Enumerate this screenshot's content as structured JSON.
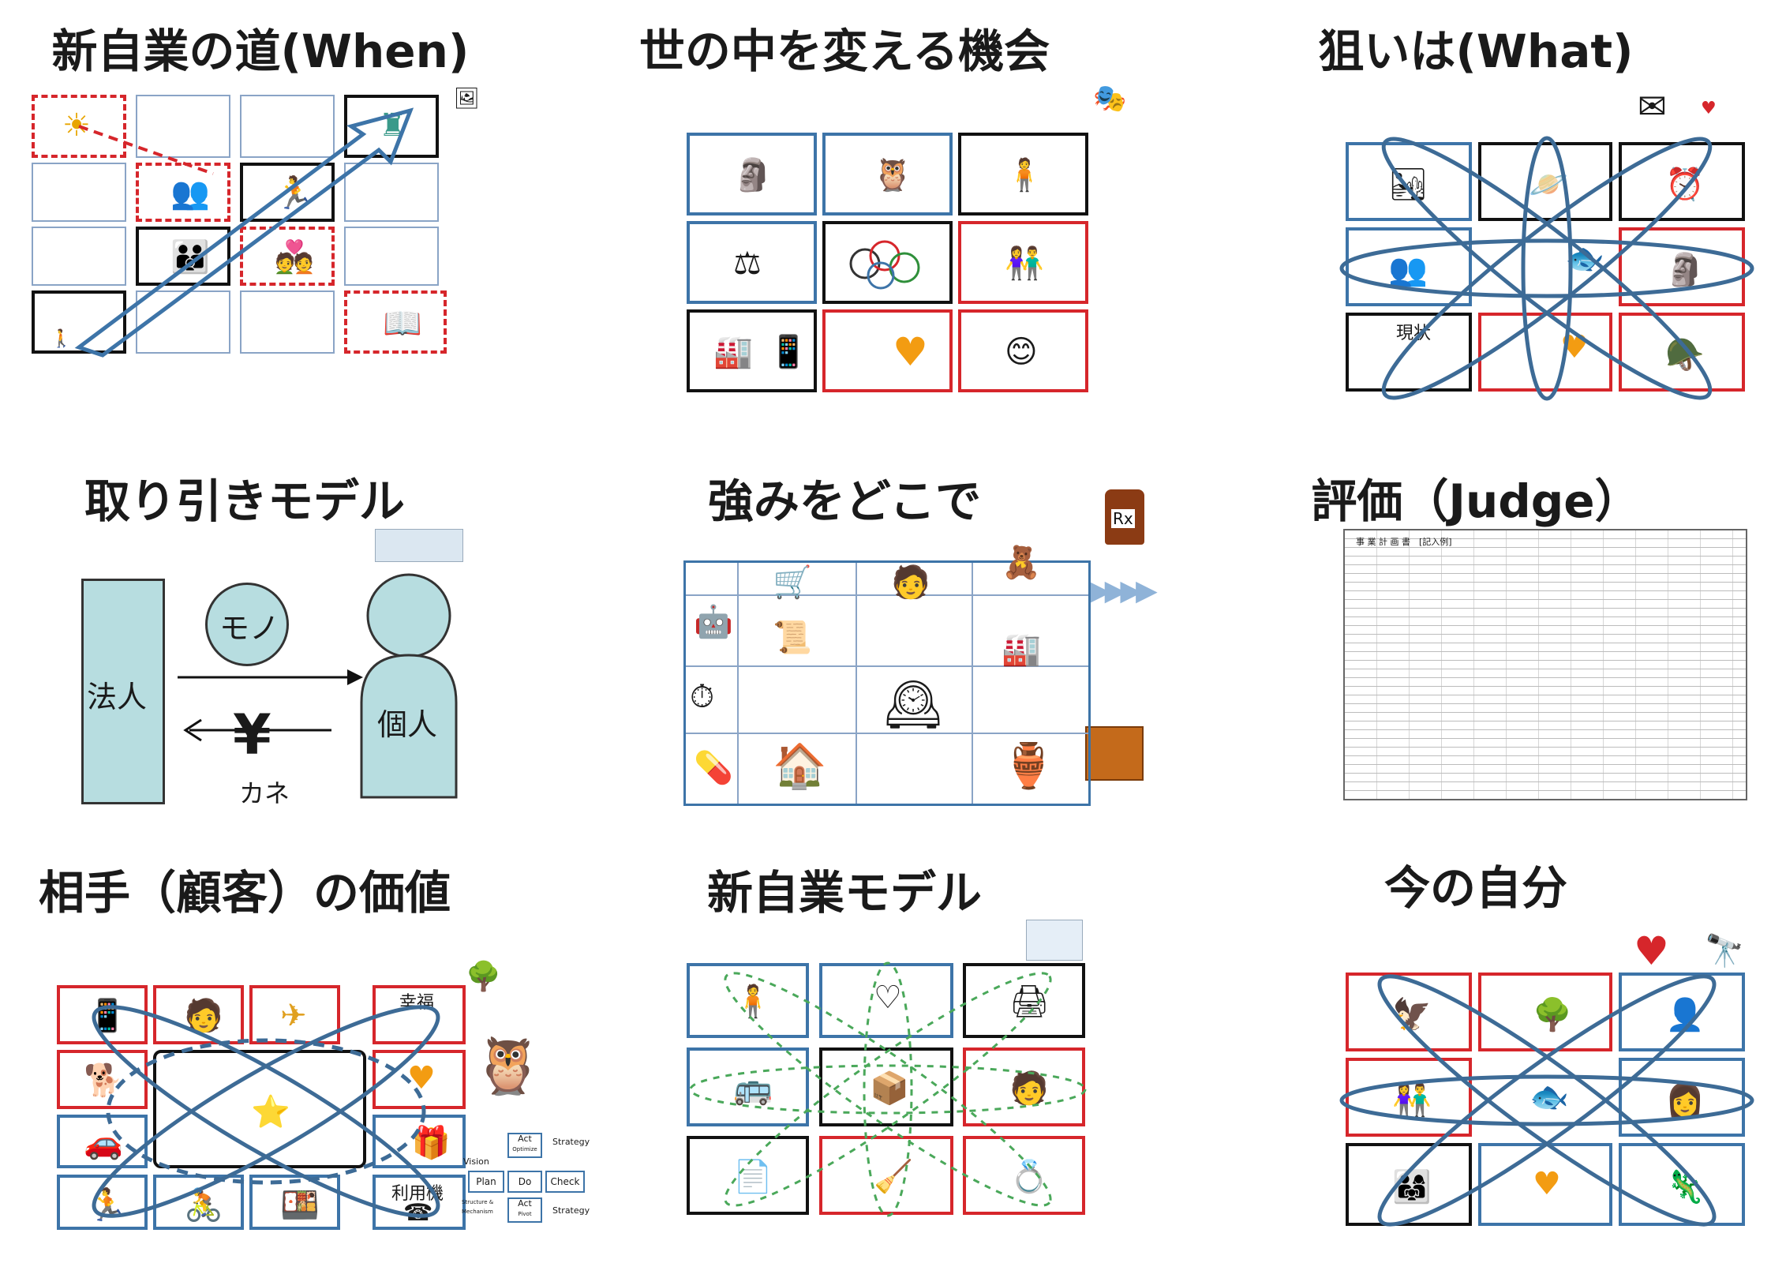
{
  "panels": [
    {
      "title": "新自業の道(When)"
    },
    {
      "title": "世の中を変える機会"
    },
    {
      "title": "狙いは(What)"
    },
    {
      "title": "取り引きモデル"
    },
    {
      "title": "強みをどこで"
    },
    {
      "title": "評価（Judge）"
    },
    {
      "title": "相手（顧客）の価値"
    },
    {
      "title": "新自業モデル"
    },
    {
      "title": "今の自分"
    }
  ],
  "what": {
    "current_label": "現状"
  },
  "transaction": {
    "corporation": "法人",
    "goods": "モノ",
    "individual": "個人",
    "money": "カネ",
    "yen": "¥"
  },
  "strengths": {
    "rx": "Rx"
  },
  "customer_value": {
    "happiness": "幸福",
    "user_machine": "利用機",
    "pdca": {
      "plan": "Plan",
      "do": "Do",
      "check": "Check",
      "act_top": "Act",
      "act_bottom": "Act",
      "optimize": "Optimize",
      "pivot": "Pivot",
      "vision": "Vision",
      "strategy_top": "Strategy",
      "strategy_bottom": "Strategy",
      "structure": "Structure &",
      "mechanism": "Mechanism"
    }
  },
  "judge": {
    "doc_title": "事 業 計 画 書　[記入例]"
  },
  "colors": {
    "blue": "#3d74a8",
    "red": "#d6262b",
    "teal": "#b7dde0",
    "black": "#111111"
  }
}
